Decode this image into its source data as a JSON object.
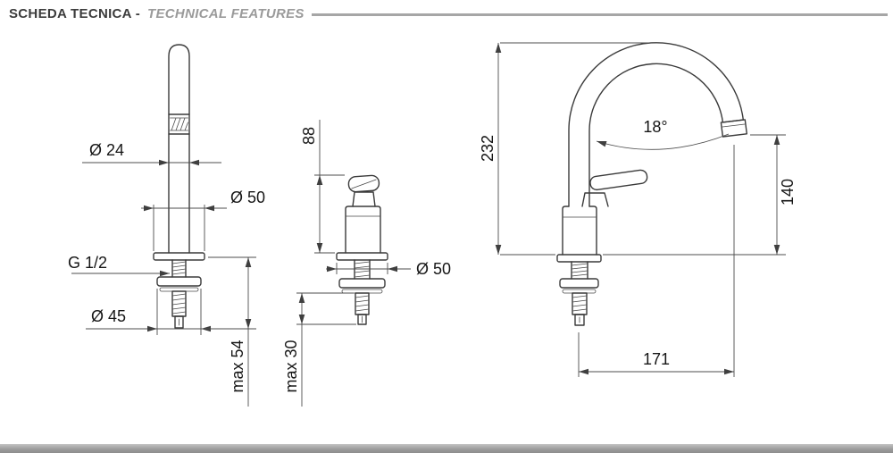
{
  "header": {
    "title_primary": "SCHEDA TECNICA -",
    "title_secondary": "TECHNICAL FEATURES"
  },
  "colors": {
    "ink": "#3a3a3a",
    "dimension_lines": "#4d4d4d",
    "header_rule": "#a6a6a6",
    "footer_bar": "#9a9a9a"
  },
  "drawings": {
    "spout": {
      "labels": {
        "diameter_top": "Ø 24",
        "diameter_flange": "Ø 50",
        "thread": "G 1/2",
        "diameter_base": "Ø 45",
        "max_depth": "max 54"
      }
    },
    "handle": {
      "labels": {
        "height": "88",
        "diameter_flange": "Ø 50",
        "max_depth": "max 30"
      }
    },
    "faucet": {
      "labels": {
        "total_height": "232",
        "spout_angle": "18°",
        "outlet_height": "140",
        "spout_reach": "171"
      }
    }
  }
}
